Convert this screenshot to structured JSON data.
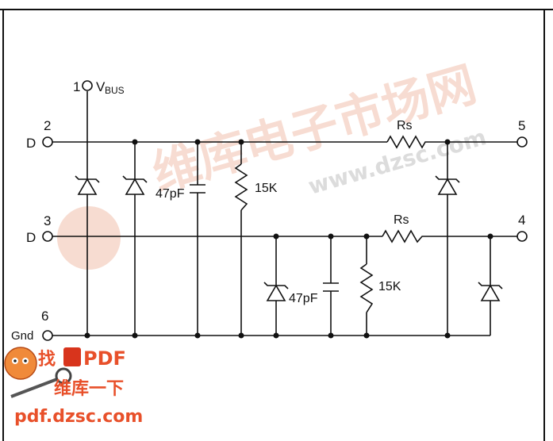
{
  "pins": {
    "vbus_number": "1",
    "vbus_label": "V",
    "vbus_sub": "BUS",
    "d_plus_number": "2",
    "d_plus_label": "D",
    "d_minus_number": "3",
    "d_minus_label": "D",
    "gnd_number": "6",
    "gnd_label": "Gnd",
    "out_top_number": "5",
    "out_mid_number": "4"
  },
  "components": {
    "rs_top": "Rs",
    "rs_mid": "Rs",
    "cap_top": "47pF",
    "cap_bottom": "47pF",
    "res_top": "15K",
    "res_bottom": "15K"
  },
  "watermark": {
    "site": "www.dzsc.com",
    "cn_title": "维库电子市场网",
    "badge_find": "找",
    "badge_pdf": "PDF",
    "badge_line2": "维库一下",
    "footer_url": "pdf.dzsc.com"
  },
  "colors": {
    "wire": "#111111",
    "watermark_red": "#e8502a",
    "watermark_faint": "#f5cfc2",
    "watermark_gray": "#cfcfcf"
  }
}
